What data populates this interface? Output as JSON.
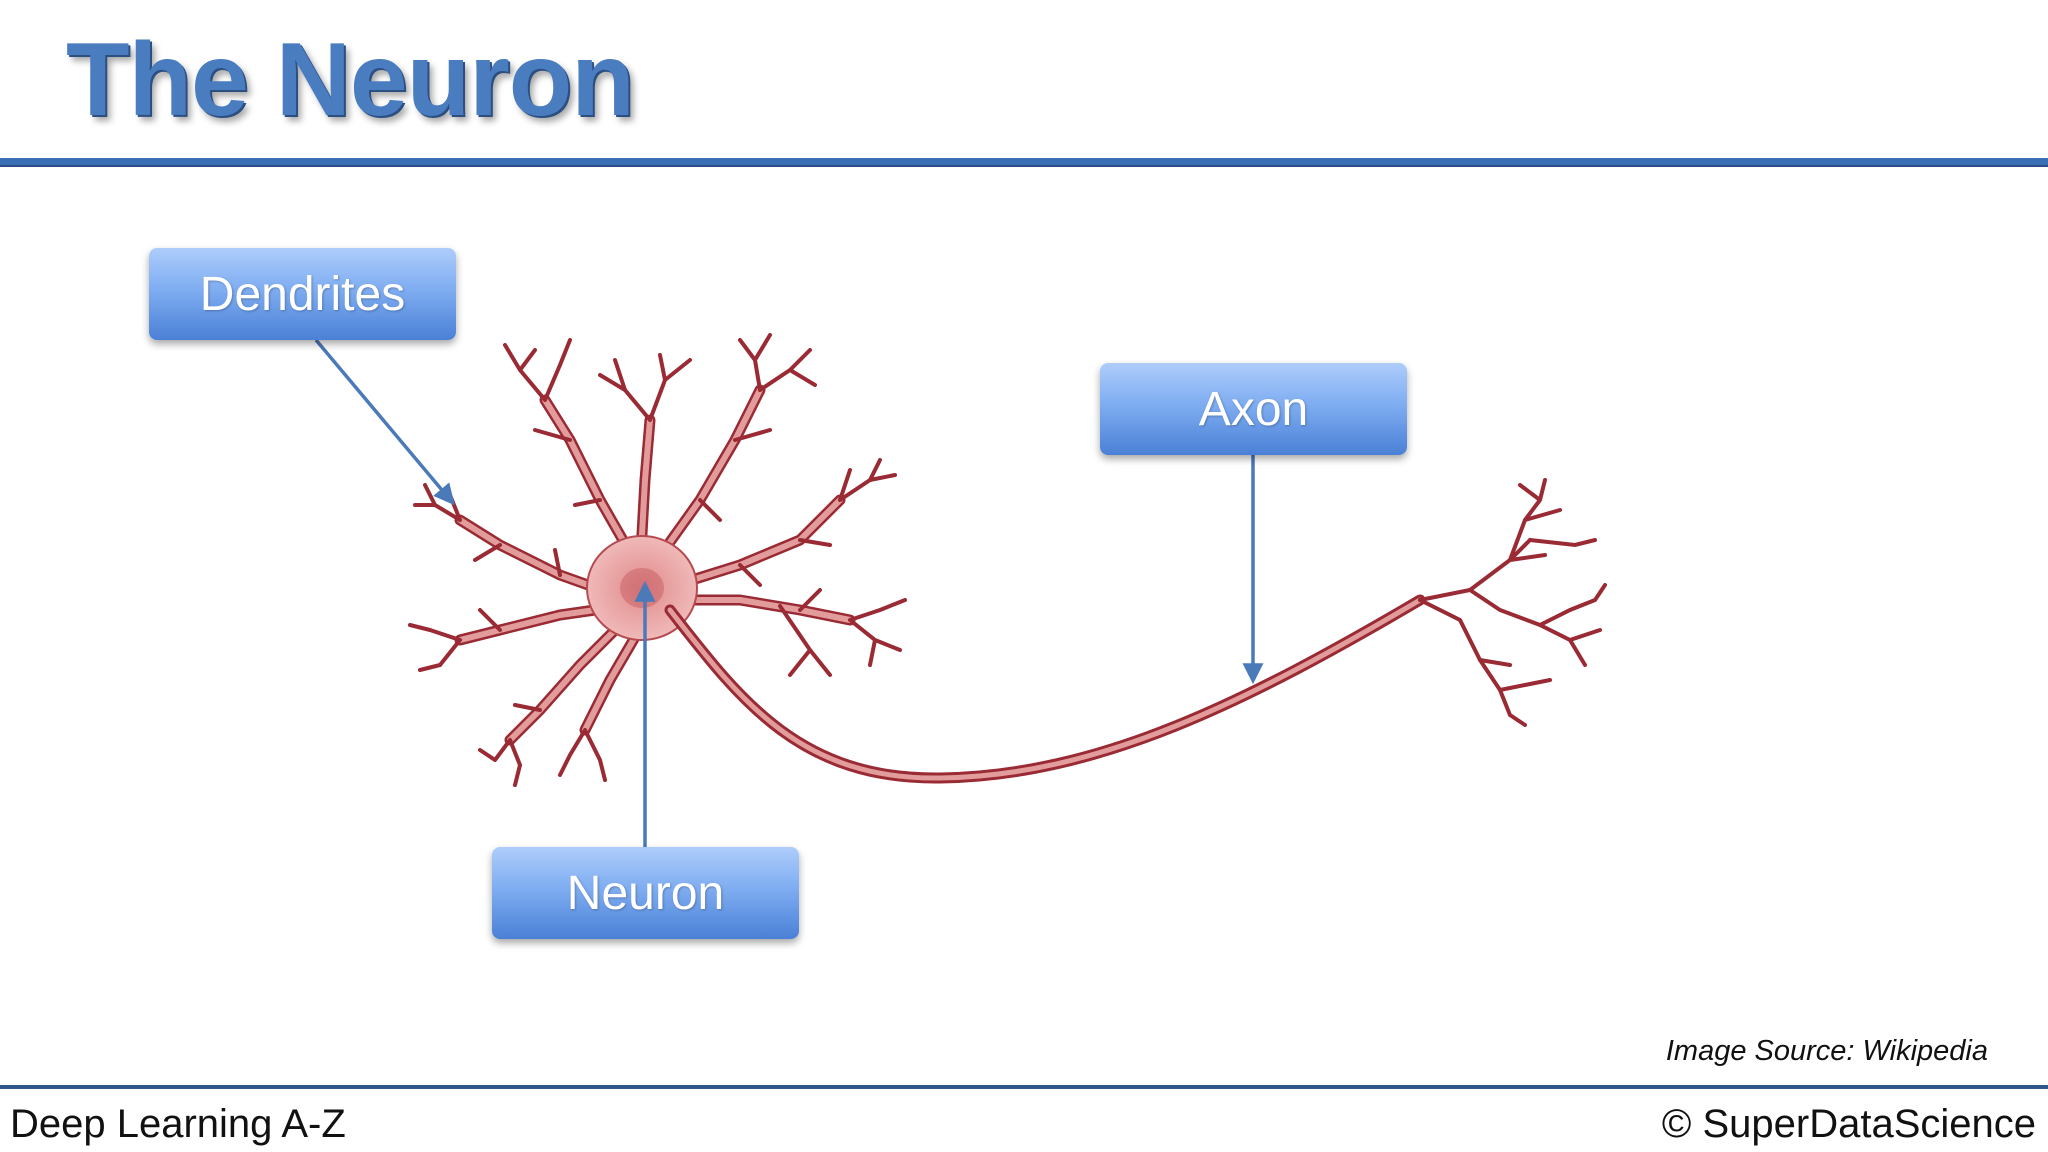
{
  "slide": {
    "title": "The Neuron",
    "image_source": "Image Source: Wikipedia"
  },
  "labels": {
    "dendrites": "Dendrites",
    "axon": "Axon",
    "neuron": "Neuron"
  },
  "footer": {
    "course": "Deep Learning A-Z",
    "copyright": "© SuperDataScience"
  },
  "colors": {
    "title": "#4a7cc0",
    "rule": "#3b6fb5",
    "label_top": "#aecdfb",
    "label_bottom": "#4a80d6",
    "arrow": "#4a7ab8",
    "neuron_fill": "#e7a1a1",
    "neuron_outline": "#9a2a33"
  }
}
